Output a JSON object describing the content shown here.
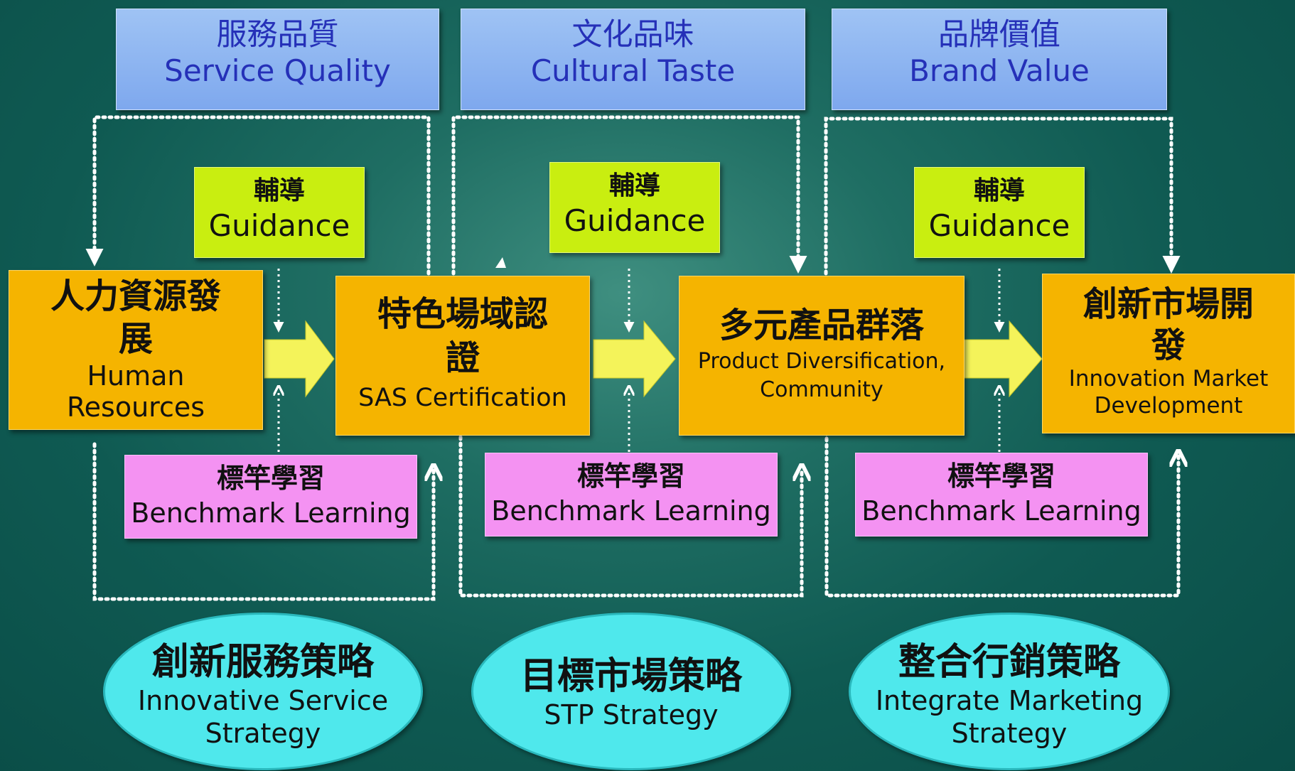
{
  "top_boxes": [
    {
      "zh": "服務品質",
      "en": "Service Quality"
    },
    {
      "zh": "文化品味",
      "en": "Cultural Taste"
    },
    {
      "zh": "品牌價值",
      "en": "Brand Value"
    }
  ],
  "guidance": [
    {
      "zh": "輔導",
      "en": "Guidance"
    },
    {
      "zh": "輔導",
      "en": "Guidance"
    },
    {
      "zh": "輔導",
      "en": "Guidance"
    }
  ],
  "main_boxes": [
    {
      "zh_line1": "人力資源發",
      "zh_line2": "展",
      "en_line1": "Human",
      "en_line2": "Resources"
    },
    {
      "zh_line1": "特色場域認",
      "zh_line2": "證",
      "en_line1": "SAS Certification",
      "en_line2": ""
    },
    {
      "zh_line1": "多元產品群落",
      "zh_line2": "",
      "en_line1": "Product Diversification,",
      "en_line2": "Community"
    },
    {
      "zh_line1": "創新市場開",
      "zh_line2": "發",
      "en_line1": "Innovation Market",
      "en_line2": "Development"
    }
  ],
  "benchmark": [
    {
      "zh": "標竿學習",
      "en": "Benchmark Learning"
    },
    {
      "zh": "標竿學習",
      "en": "Benchmark Learning"
    },
    {
      "zh": "標竿學習",
      "en": "Benchmark Learning"
    }
  ],
  "strategies": [
    {
      "zh": "創新服務策略",
      "en_line1": "Innovative Service",
      "en_line2": "Strategy"
    },
    {
      "zh": "目標市場策略",
      "en_line1": "STP Strategy",
      "en_line2": ""
    },
    {
      "zh": "整合行銷策略",
      "en_line1": "Integrate Marketing",
      "en_line2": "Strategy"
    }
  ],
  "colors": {
    "background": "#0f5a52",
    "top_box": "#8fb5f1",
    "top_text": "#2530b8",
    "guidance": "#c9ee10",
    "main_box": "#f5b400",
    "benchmark": "#f492f2",
    "strategy": "#4fe8ec",
    "arrow": "#f4f35a"
  }
}
